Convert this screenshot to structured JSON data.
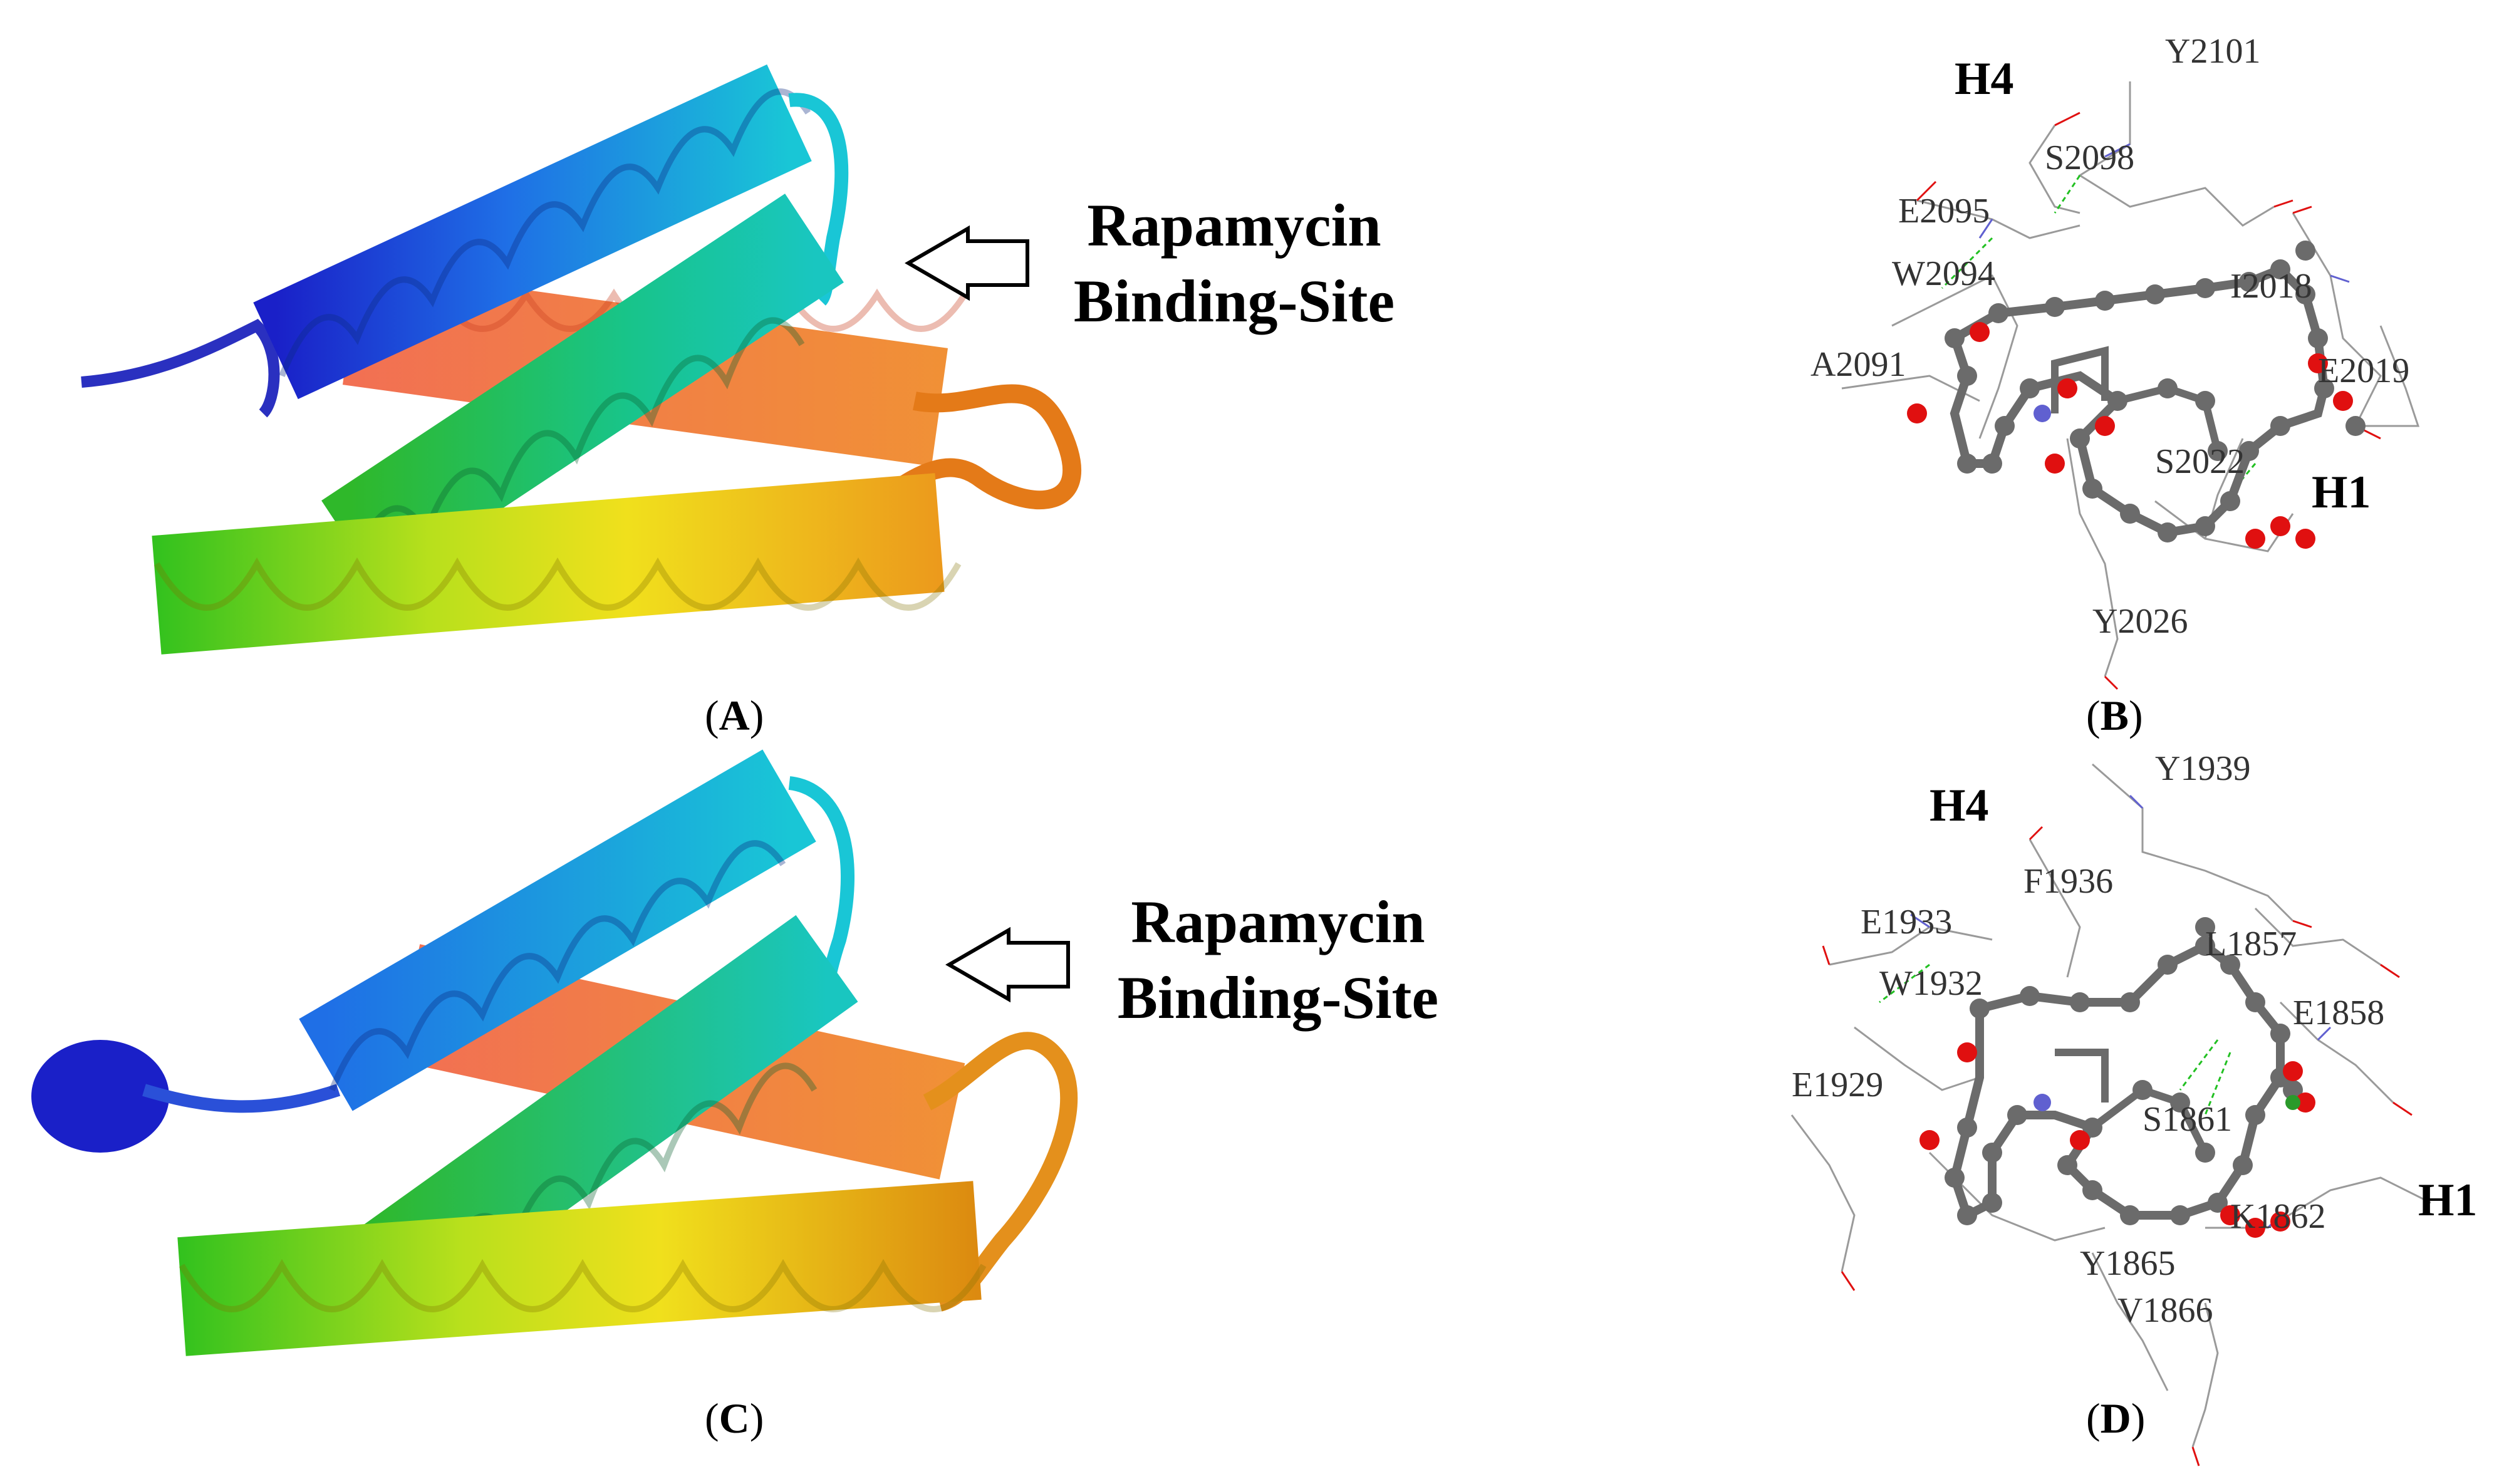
{
  "binding_site_label": {
    "line1": "Rapamycin",
    "line2": "Binding-Site"
  },
  "panels": [
    {
      "letter": "A",
      "helix_labels": []
    },
    {
      "letter": "B",
      "helix_labels": [
        "H4",
        "H1"
      ],
      "residues": [
        "Y2101",
        "S2098",
        "E2095",
        "W2094",
        "I2018",
        "A2091",
        "E2019",
        "S2022",
        "Y2026"
      ]
    },
    {
      "letter": "C",
      "helix_labels": []
    },
    {
      "letter": "D",
      "helix_labels": [
        "H4",
        "H1"
      ],
      "residues": [
        "Y1939",
        "F1936",
        "E1933",
        "L1857",
        "W1932",
        "E1858",
        "E1929",
        "S1861",
        "K1862",
        "Y1865",
        "V1866"
      ]
    }
  ],
  "colors": {
    "ribbon_gradient": [
      "#1a20c8",
      "#1f6fe6",
      "#19c6d6",
      "#18c48a",
      "#33c21e",
      "#8fd61c",
      "#f0ea1c",
      "#f0b01c",
      "#ef8420",
      "#f06040"
    ],
    "ligand": "#6b6b6b",
    "oxygen": "#e01010",
    "nitrogen": "#6060d0",
    "hbond": "#22c022",
    "arrow": "#000000"
  }
}
